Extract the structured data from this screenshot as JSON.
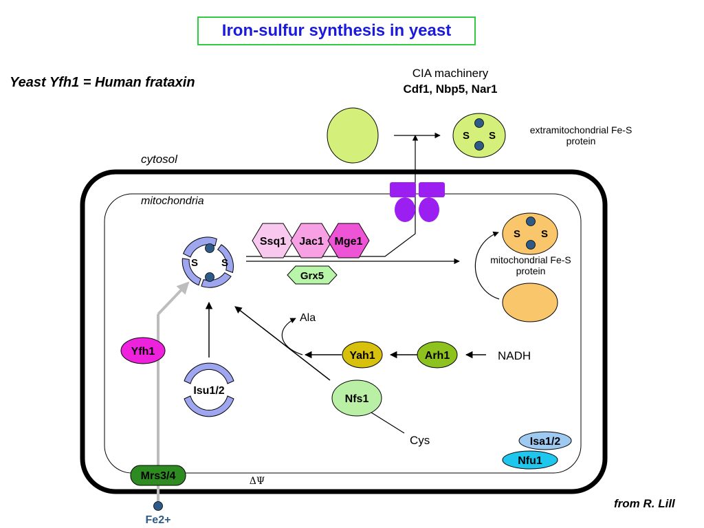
{
  "title": "Iron-sulfur synthesis in yeast",
  "subtitle": "Yeast Yfh1 = Human frataxin",
  "credit": "from R. Lill",
  "compartments": {
    "cytosol": "cytosol",
    "mitochondria": "mitochondria",
    "membrane_potential": "ΔΨ"
  },
  "cia": {
    "label": "CIA machinery",
    "members": "Cdf1, Nbp5, Nar1"
  },
  "labels": {
    "extramitochondrial": "extramitochondrial Fe-S protein",
    "mitochondrial": "mitochondrial Fe-S protein",
    "sulfur": "S",
    "alanine": "Ala",
    "cysteine": "Cys",
    "nadh": "NADH",
    "iron": "Fe2+"
  },
  "proteins": {
    "ssq1": "Ssq1",
    "jac1": "Jac1",
    "mge1": "Mge1",
    "grx5": "Grx5",
    "yfh1": "Yfh1",
    "isu": "Isu1/2",
    "yah1": "Yah1",
    "arh1": "Arh1",
    "nfs1": "Nfs1",
    "isa": "Isa1/2",
    "nfu1": "Nfu1",
    "mrs": "Mrs3/4"
  },
  "colors": {
    "title": "#1a1adc",
    "title_border": "#2ecc40",
    "lime_protein": "#d4f07a",
    "orange_protein": "#f9c66b",
    "scaffold": "#9ea6f0",
    "iron_cluster": "#2d5a87",
    "transporter": "#9a1ff0",
    "ssq1": "#f9c8ef",
    "jac1": "#f7a0e4",
    "mge1": "#ee55d6",
    "grx5": "#b9f5a8",
    "yfh1": "#ee22dd",
    "yah1": "#d8c10c",
    "arh1": "#8dc21f",
    "nfs1": "#b9f0a5",
    "isa": "#9ec9f0",
    "nfu1": "#1fc7ee",
    "mrs": "#2e8b22"
  }
}
